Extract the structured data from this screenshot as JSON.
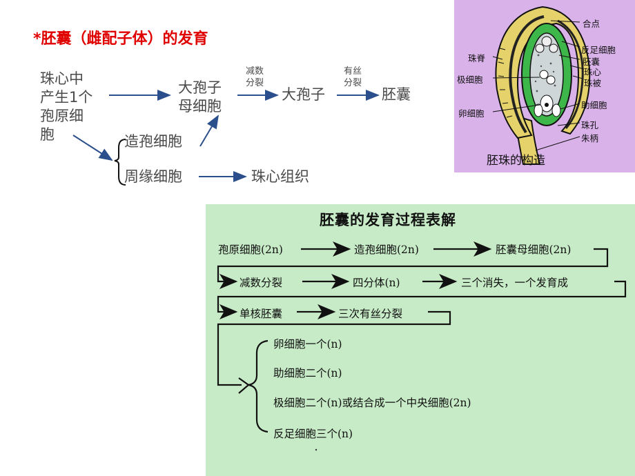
{
  "title": "*胚囊（雌配子体）的发育",
  "flow": {
    "source_lines": [
      "珠心中",
      "产生1个",
      "孢原细",
      "胞"
    ],
    "megaspore_mother": [
      "大孢子",
      "母细胞"
    ],
    "meiosis_label": [
      "减数",
      "分裂"
    ],
    "megaspore": "大孢子",
    "mitosis_label": [
      "有丝",
      "分裂"
    ],
    "embryo_sac": "胚囊",
    "sporogenous_cell": "造孢细胞",
    "parietal_cell": "周缘细胞",
    "nucellus_tissue": "珠心组织"
  },
  "ovule": {
    "labels": {
      "chalaza": "合点",
      "raphe": "珠脊",
      "antipodal": "反足细胞",
      "embryo_sac": "胚囊",
      "polar": "极细胞",
      "nucellus": "珠心",
      "integument": "珠被",
      "synergid": "助细胞",
      "egg": "卵细胞",
      "micropyle": "珠孔",
      "funiculus": "朱柄"
    },
    "caption": "胚珠的构造"
  },
  "process": {
    "title": "胚囊的发育过程表解",
    "row1": {
      "a": "孢原细胞(2n)",
      "b": "造孢细胞(2n)",
      "c": "胚囊母细胞(2n)"
    },
    "row2": {
      "a": "减数分裂",
      "b": "四分体(n)",
      "c": "三个消失，一个发育成"
    },
    "row3": {
      "a": "单核胚囊",
      "b": "三次有丝分裂"
    },
    "branches": [
      "卵细胞一个(n)",
      "助细胞二个(n)",
      "极细胞二个(n)或结合成一个中央细胞(2n)",
      "反足细胞三个(n)"
    ]
  },
  "colors": {
    "title": "#e00000",
    "ovule_bg": "#d9b2ea",
    "process_bg": "#c7ebc7",
    "arrow_blue": "#2b4f8c",
    "integument": "#e6d26a",
    "nucellus_green": "#3db64a"
  }
}
